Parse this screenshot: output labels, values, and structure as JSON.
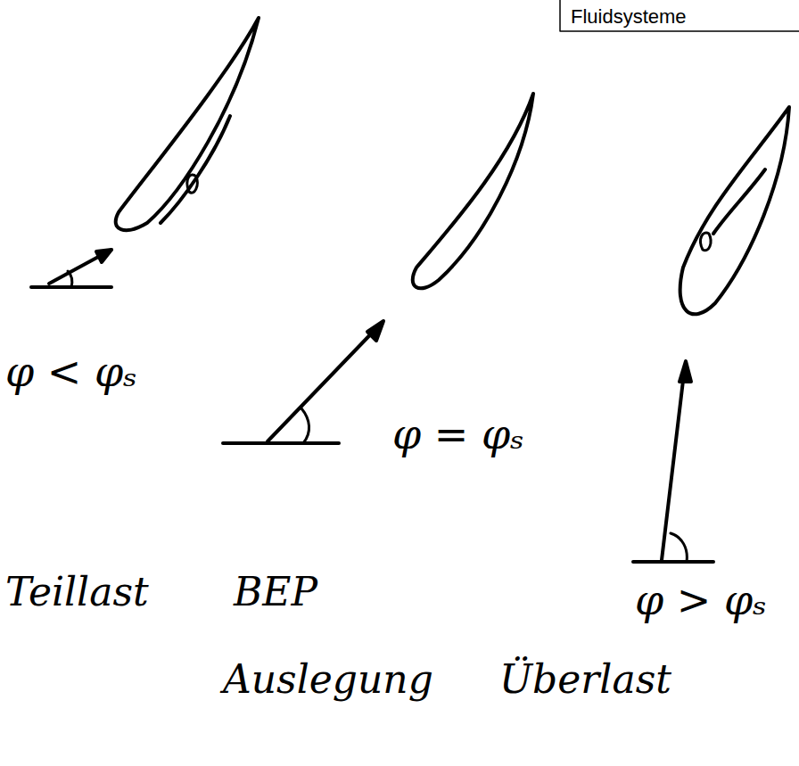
{
  "diagram": {
    "labels": [
      "Fluidsysteme",
      "φ < φₛ",
      "φ = φₛ",
      "φ > φₛ",
      "Teillast",
      "BEP",
      "Auslegung",
      "Überlast"
    ]
  }
}
